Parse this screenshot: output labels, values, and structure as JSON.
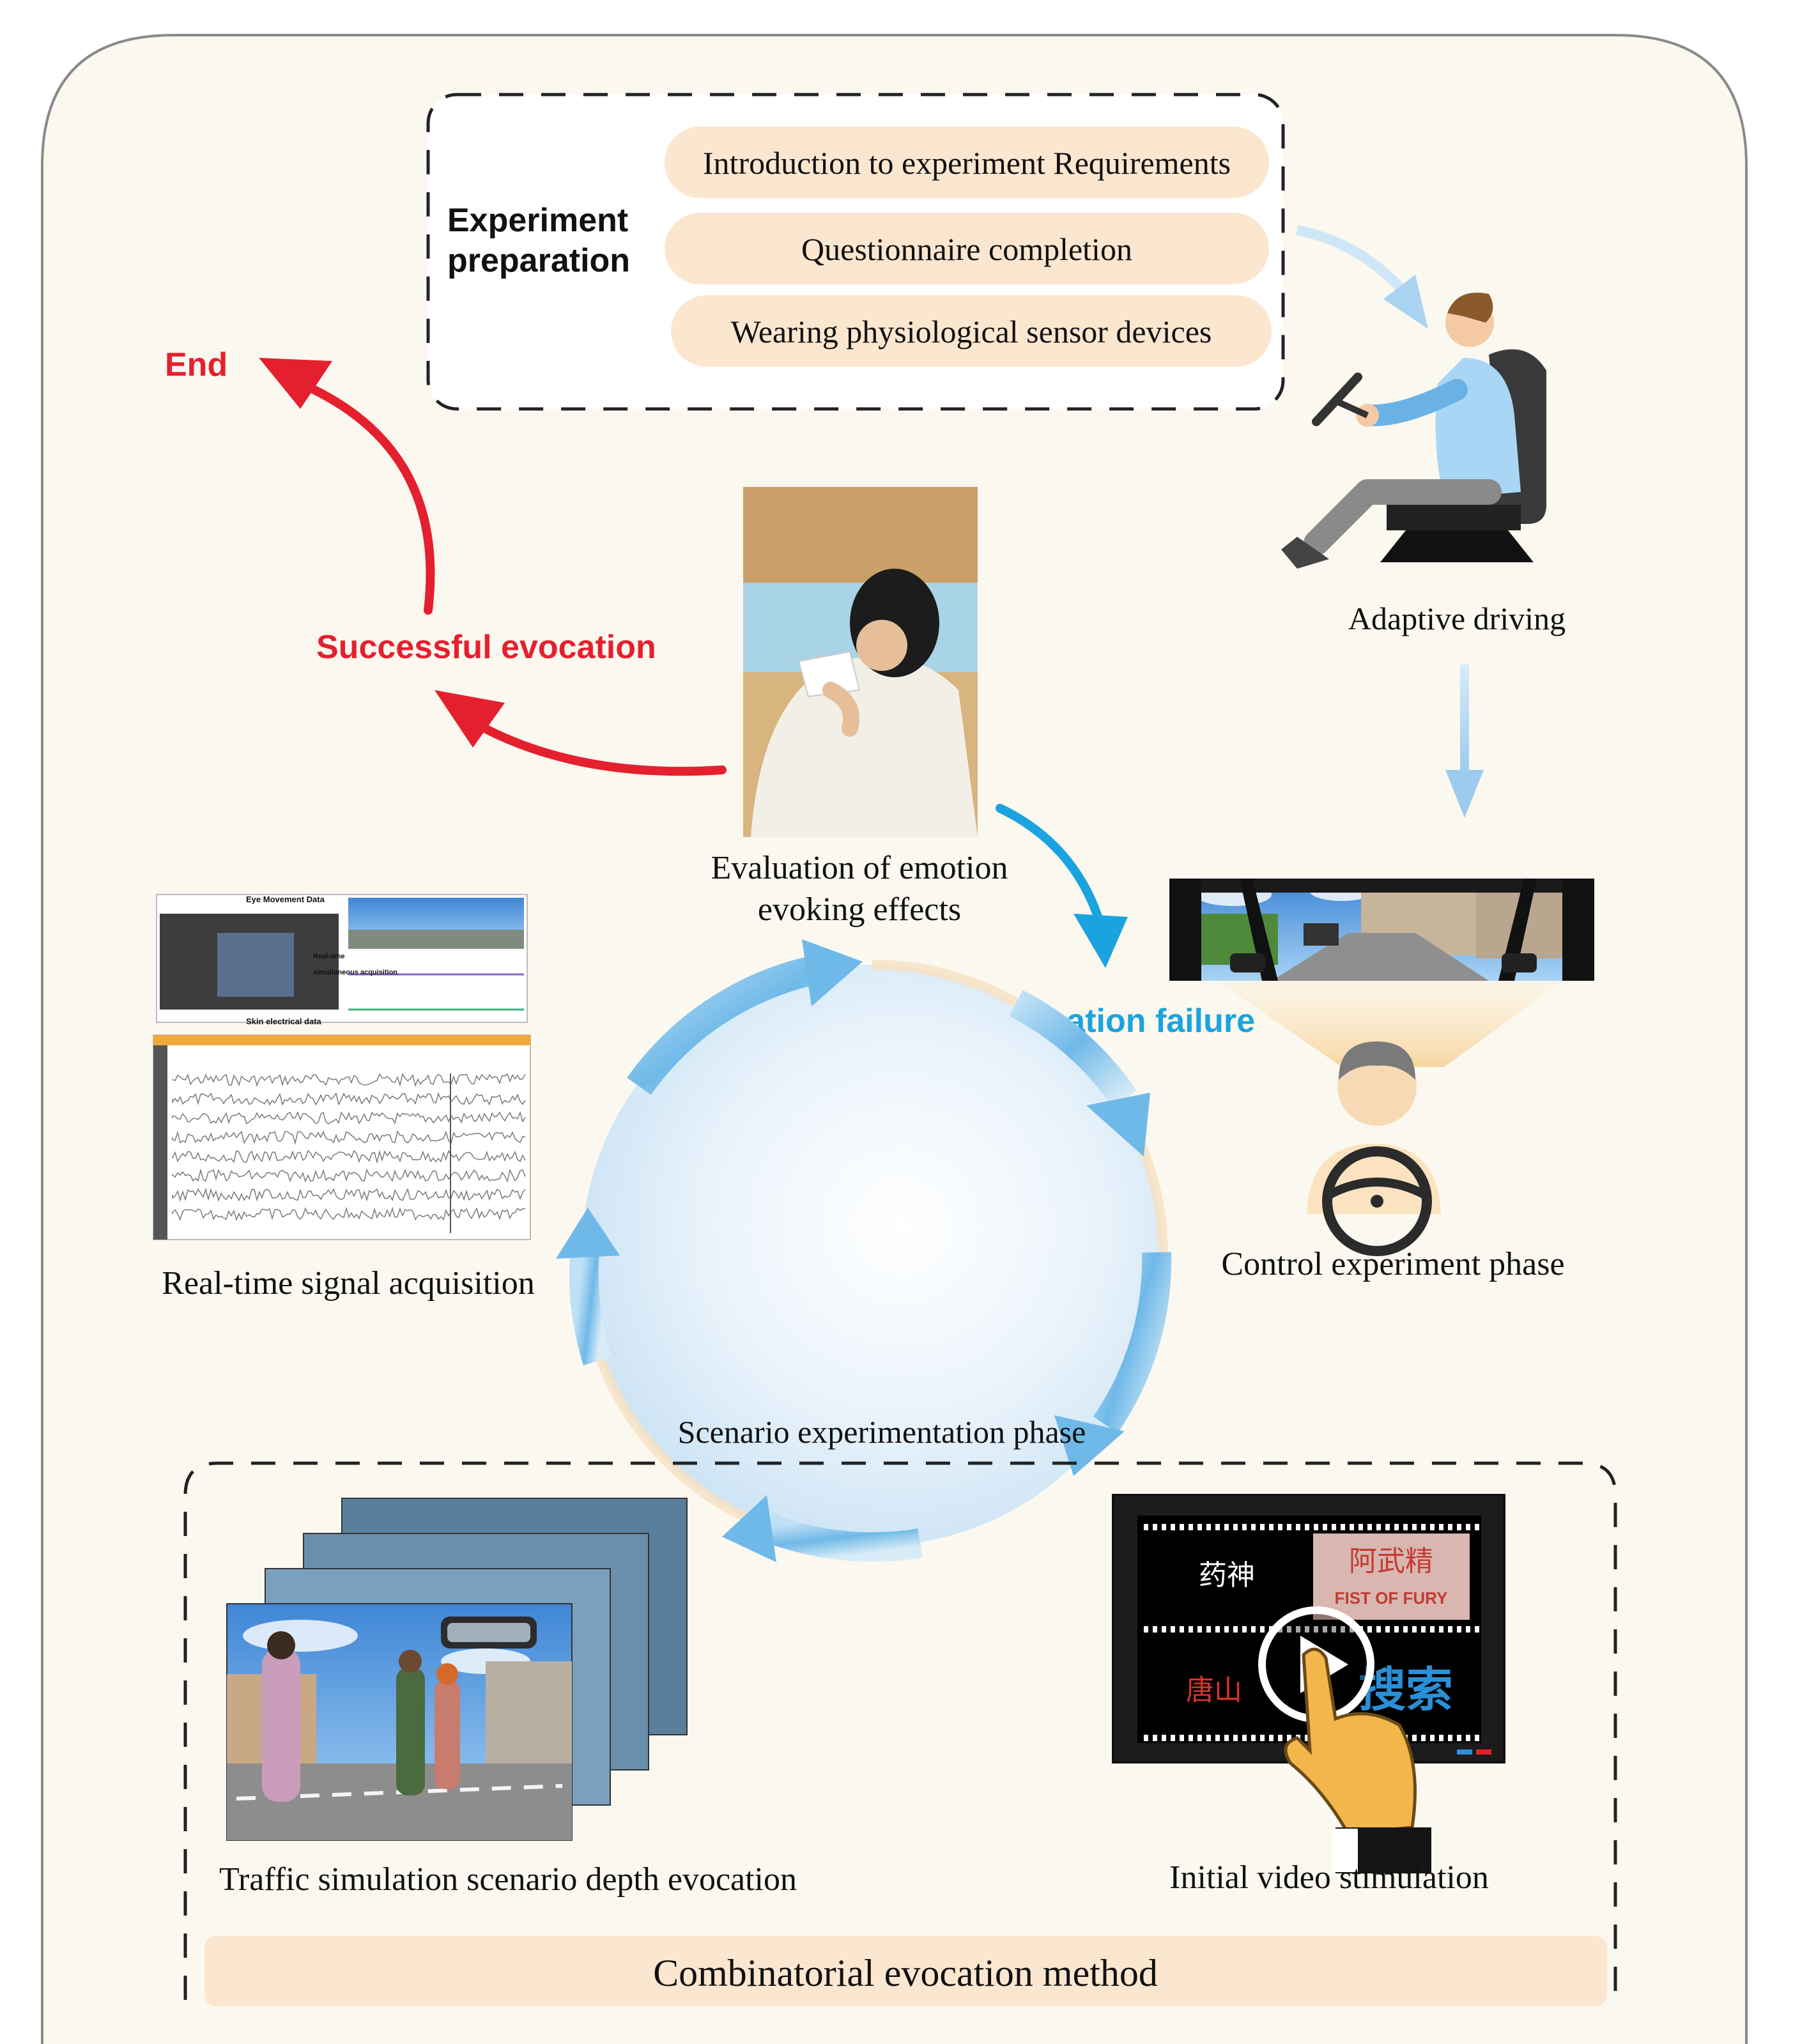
{
  "colors": {
    "panel": "#fbf8f0",
    "pill": "#fbe6cf",
    "red": "#e5202e",
    "blue": "#1aa3df",
    "light_blue": "#a9d3f0",
    "dark": "#222222"
  },
  "preparation": {
    "title_line1": "Experiment",
    "title_line2": "preparation",
    "steps": [
      "Introduction to experiment Requirements",
      "Questionnaire completion",
      "Wearing  physiological sensor devices"
    ]
  },
  "end_label": "End",
  "success_label": "Successful evocation",
  "failure_label": "Evocation failure",
  "adaptive_driving_label": "Adaptive driving",
  "evaluation_label_line1": "Evaluation of  emotion",
  "evaluation_label_line2": "evoking effects",
  "control_phase_label": "Control experiment phase",
  "realtime_label": "Real-time signal acquisition",
  "scenario_phase_label": "Scenario experimentation phase",
  "traffic_label": "Traffic simulation scenario depth evocation",
  "video_label": "Initial video stimulation",
  "method_label": "Combinatorial evocation method",
  "screenshot_labels": {
    "eye_movement": "Eye Movement Data",
    "skin": "Skin electrical data",
    "realtime": "Real-time",
    "simultaneous": "simultaneous acquisition"
  },
  "video_titles": {
    "title1": "阿武精",
    "title1_sub": "FIST OF FURY",
    "title2": "唐山",
    "title3": "搜索",
    "title4": "药神"
  },
  "icons": [
    "driver-seated-icon",
    "driver-steering-icon",
    "play-button-icon",
    "pointing-hand-icon"
  ]
}
